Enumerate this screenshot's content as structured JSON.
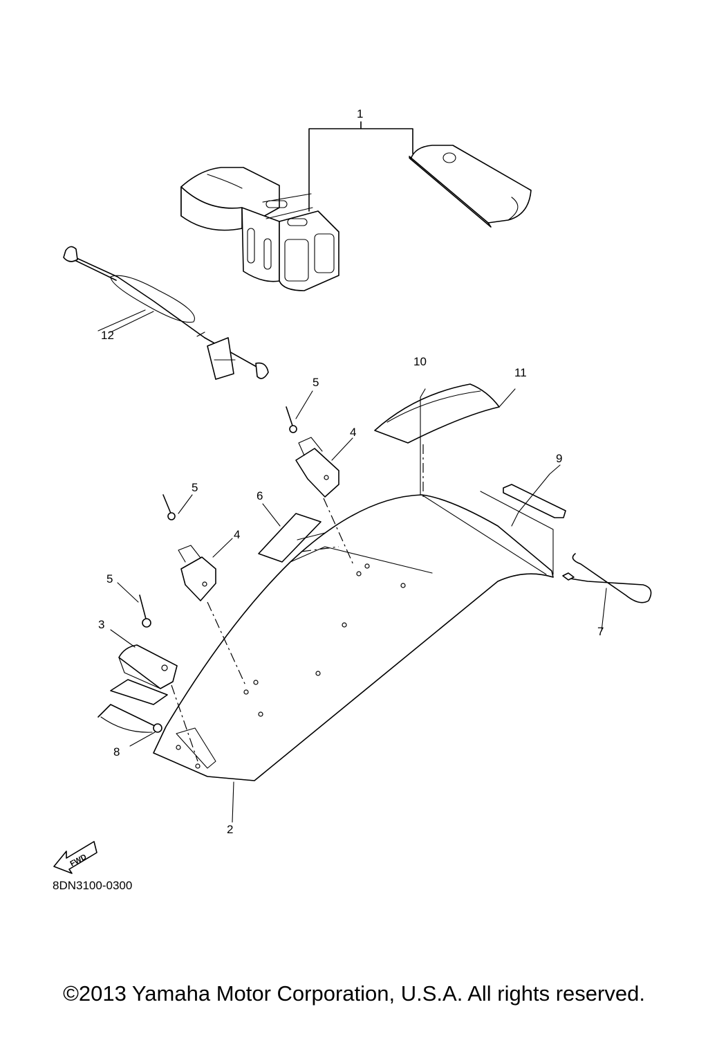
{
  "callouts": {
    "p1": "1",
    "p2": "2",
    "p3": "3",
    "p4a": "4",
    "p4b": "4",
    "p5a": "5",
    "p5b": "5",
    "p5c": "5",
    "p6": "6",
    "p7": "7",
    "p8": "8",
    "p9": "9",
    "p10": "10",
    "p11": "11",
    "p12": "12"
  },
  "fwd_label": "FWD",
  "drawing_code": "8DN3100-0300",
  "copyright": "©2013 Yamaha Motor Corporation, U.S.A. All rights reserved."
}
